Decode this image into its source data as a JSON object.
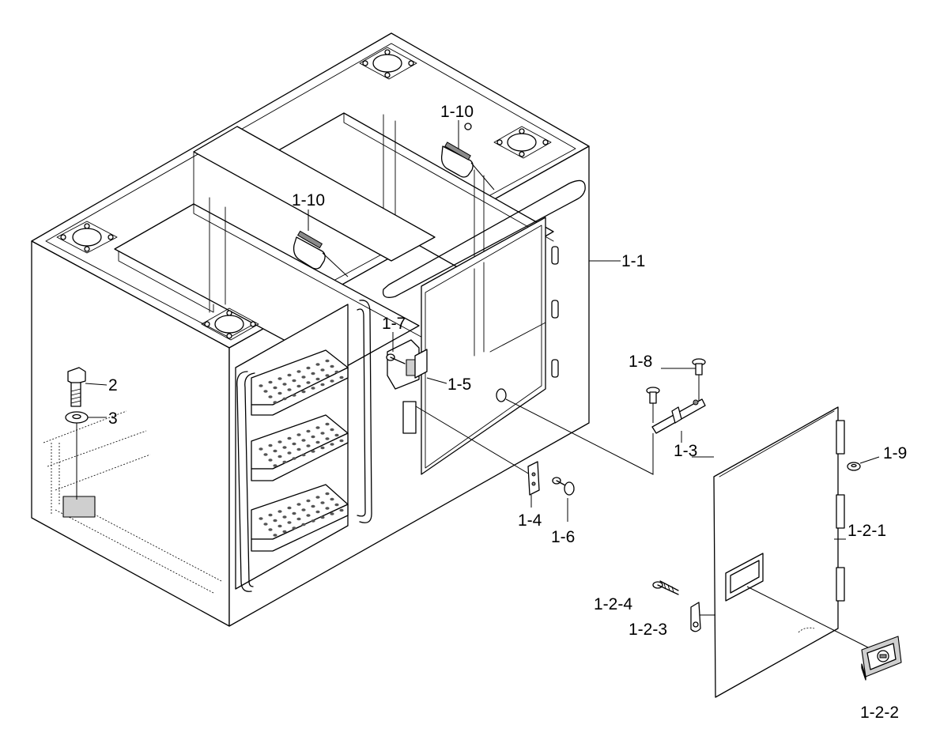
{
  "callouts": {
    "c_1_1": "1-1",
    "c_1_10_a": "1-10",
    "c_1_10_b": "1-10",
    "c_1_7": "1-7",
    "c_1_5": "1-5",
    "c_1_8": "1-8",
    "c_1_3": "1-3",
    "c_1_9": "1-9",
    "c_1_4": "1-4",
    "c_1_6": "1-6",
    "c_1_2_1": "1-2-1",
    "c_1_2_4": "1-2-4",
    "c_1_2_3": "1-2-3",
    "c_1_2_2": "1-2-2",
    "c_2": "2",
    "c_3": "3"
  }
}
